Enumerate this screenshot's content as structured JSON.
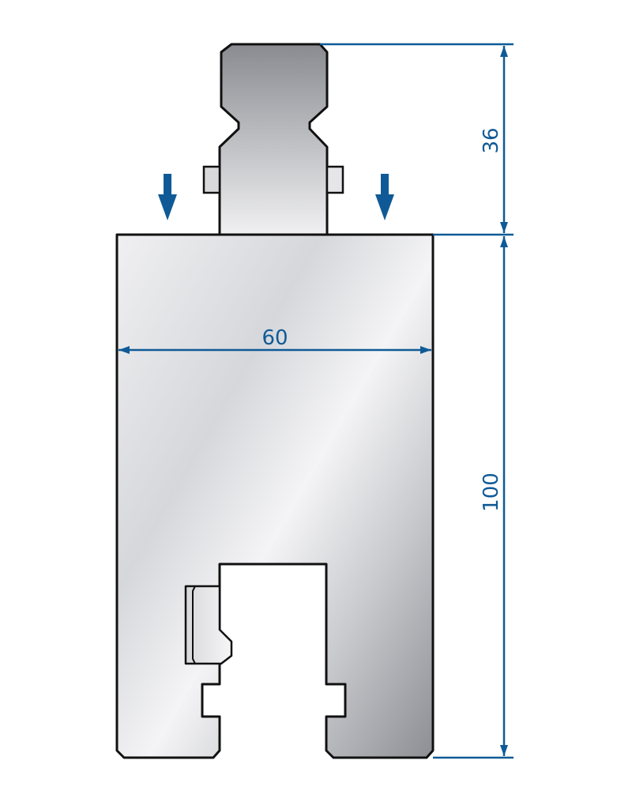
{
  "diagram": {
    "type": "press-brake-tool-profile",
    "colors": {
      "dimension": "#0f5a96",
      "outline": "#111111",
      "metal_light": "#f0f0f2",
      "metal_mid": "#c8c9cd",
      "metal_dark": "#8a8b90",
      "background": "#ffffff"
    },
    "dimensions": {
      "tang_height": "36",
      "body_height": "100",
      "body_width": "60"
    },
    "arrows": [
      {
        "direction": "down",
        "label": "load-direction-left"
      },
      {
        "direction": "down",
        "label": "load-direction-right"
      }
    ]
  }
}
